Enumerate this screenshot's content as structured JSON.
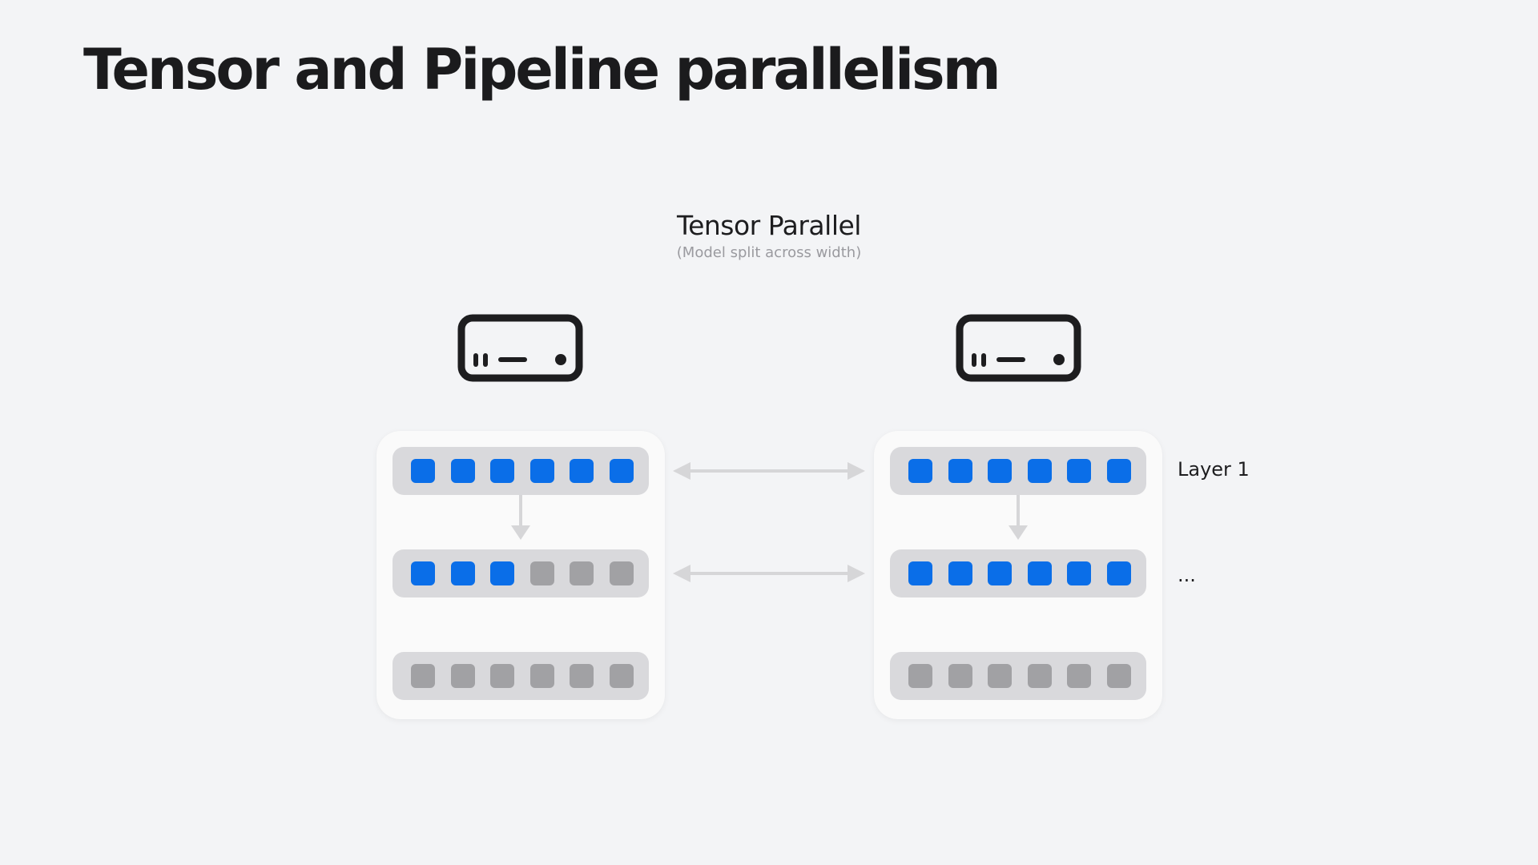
{
  "title": "Tensor and Pipeline parallelism",
  "section": {
    "title": "Tensor Parallel",
    "subtitle": "(Model split across width)"
  },
  "devices": [
    {
      "icon": "mac-studio-icon"
    },
    {
      "icon": "mac-studio-icon"
    }
  ],
  "row_labels": [
    "Layer 1",
    "..."
  ],
  "colors": {
    "active": "#0a6ee8",
    "inactive": "#a1a1a4",
    "row": "#d9d9dc",
    "card": "#fafafa",
    "arrow": "#d6d6d8",
    "icon": "#1d1d1f"
  },
  "machines": [
    {
      "rows": [
        {
          "active": [
            1,
            1,
            1,
            1,
            1,
            1
          ]
        },
        {
          "active": [
            1,
            1,
            1,
            0,
            0,
            0
          ]
        },
        {
          "active": [
            0,
            0,
            0,
            0,
            0,
            0
          ]
        }
      ]
    },
    {
      "rows": [
        {
          "active": [
            1,
            1,
            1,
            1,
            1,
            1
          ]
        },
        {
          "active": [
            1,
            1,
            1,
            1,
            1,
            1
          ]
        },
        {
          "active": [
            0,
            0,
            0,
            0,
            0,
            0
          ]
        }
      ]
    }
  ],
  "links": [
    {
      "from_row": 0,
      "to_row": 0,
      "direction": "both"
    },
    {
      "from_row": 1,
      "to_row": 1,
      "direction": "both"
    }
  ]
}
